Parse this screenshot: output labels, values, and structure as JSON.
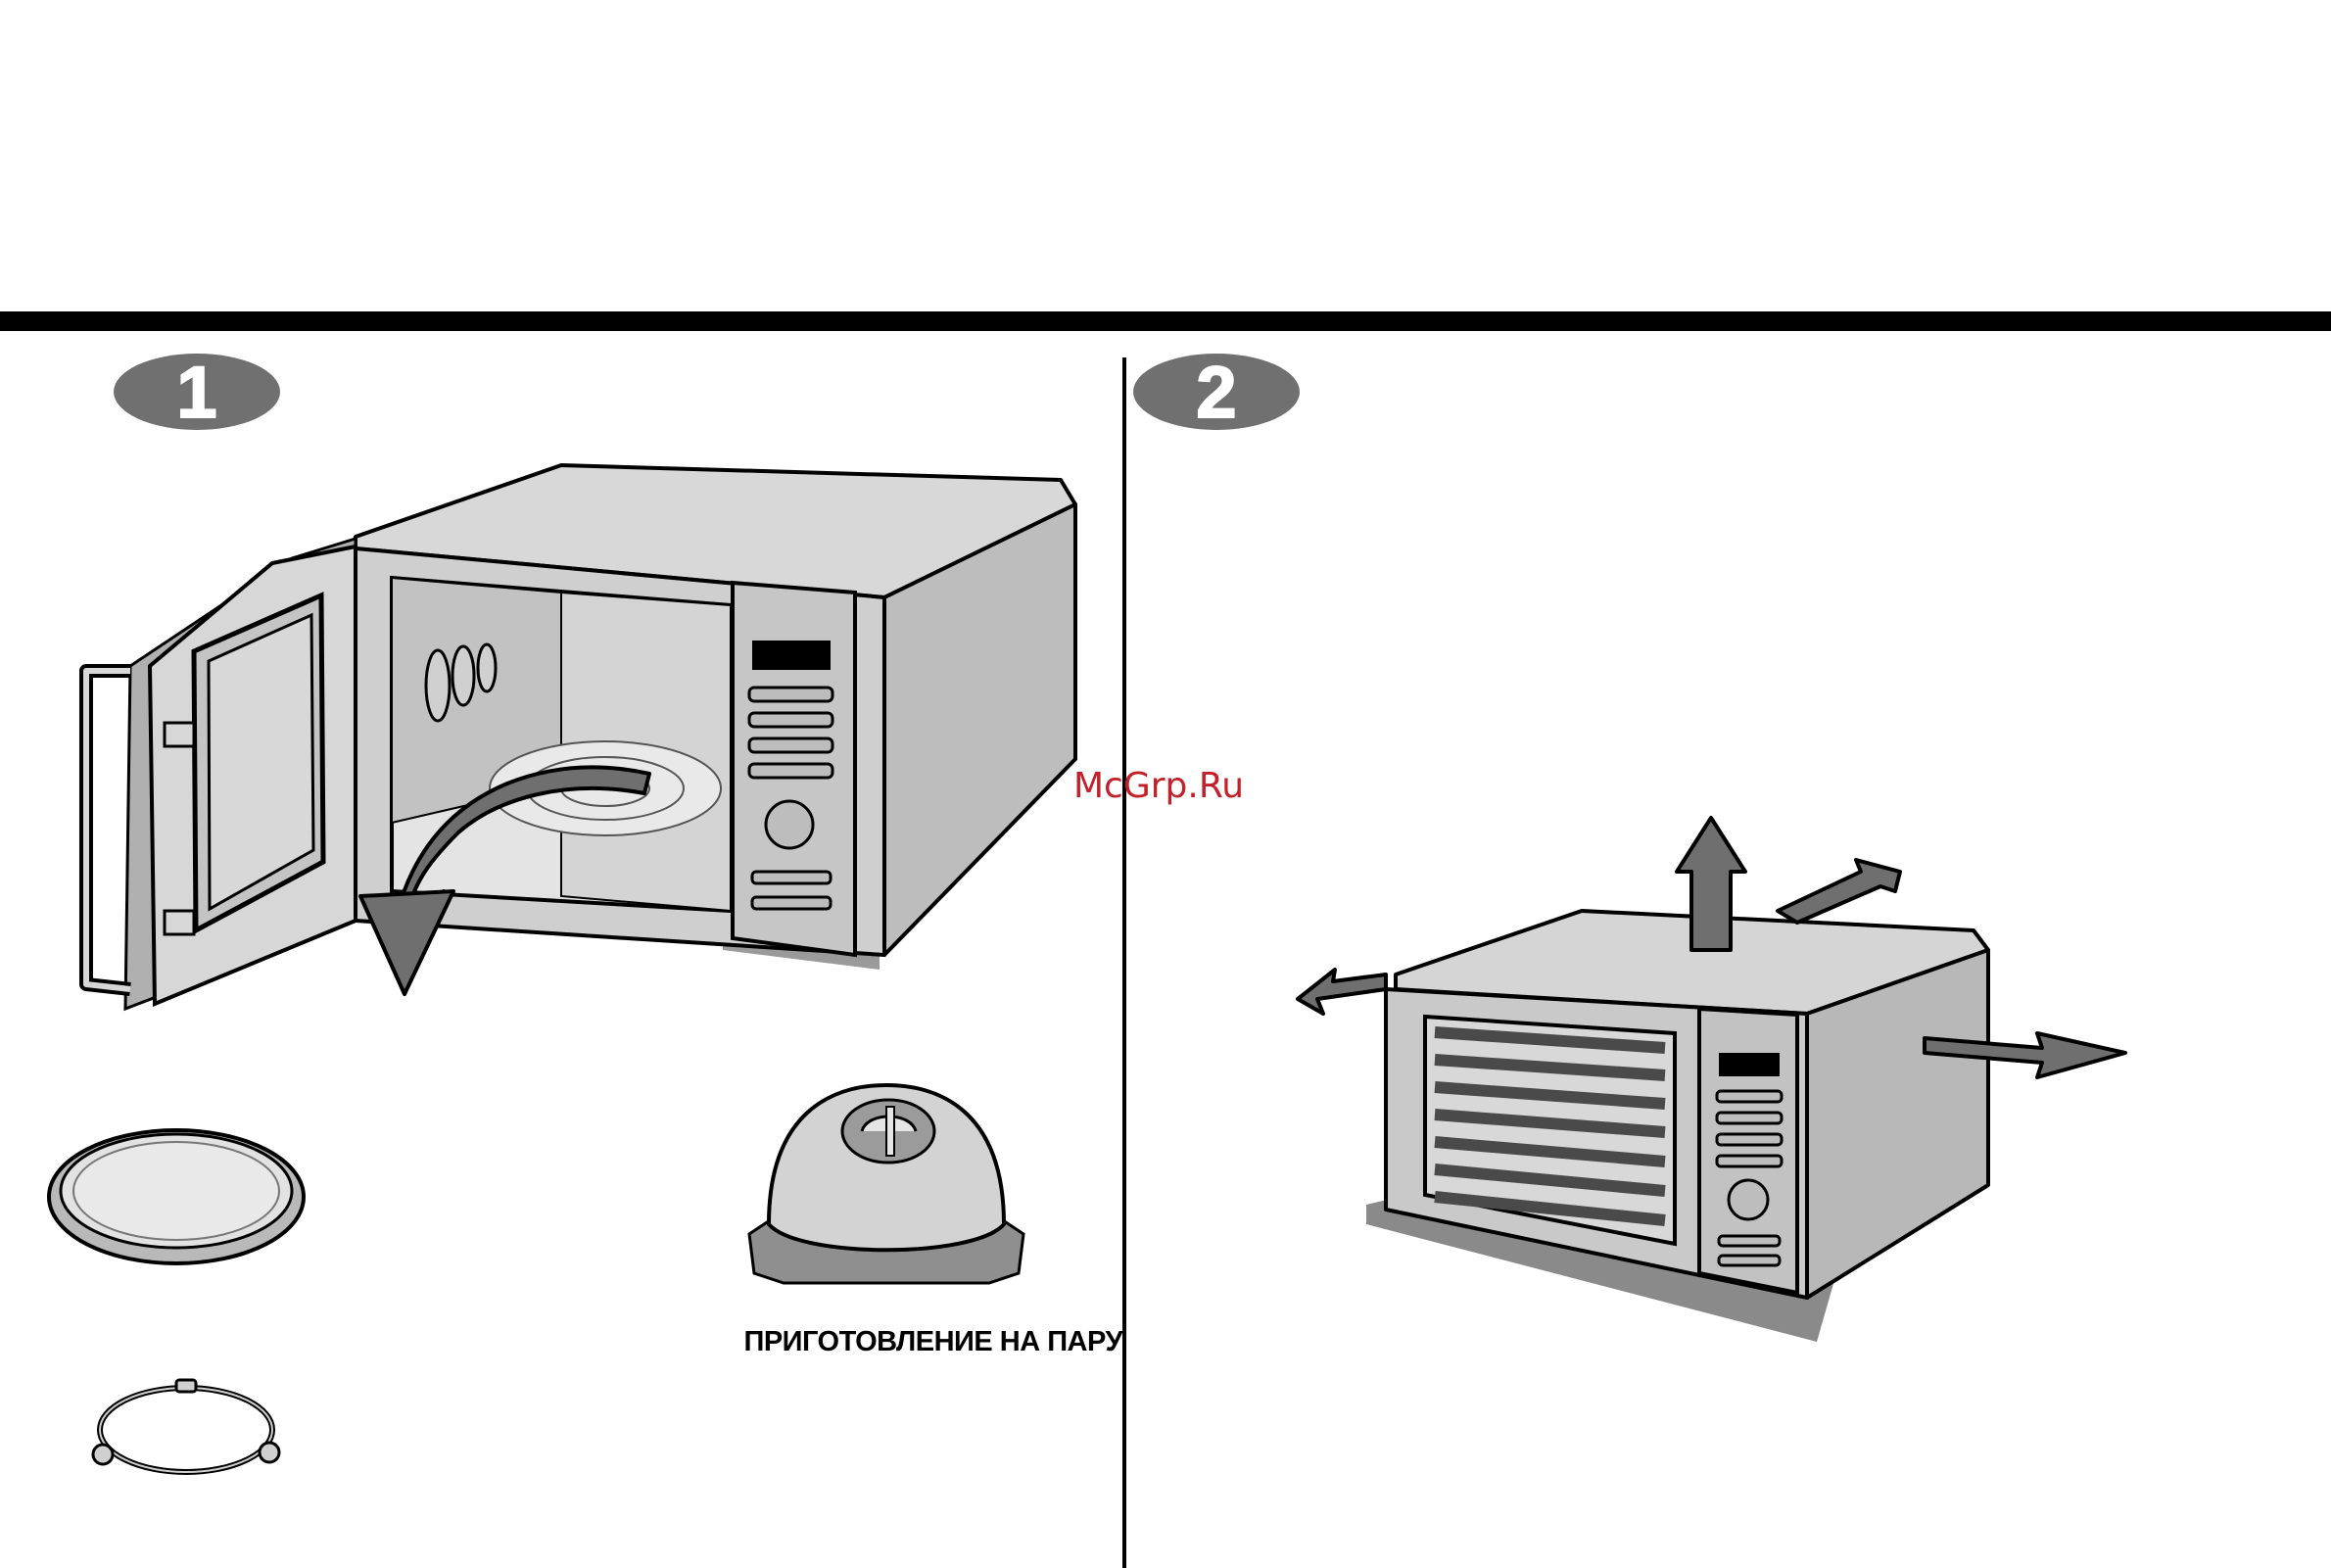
{
  "steps": [
    {
      "number": "1"
    },
    {
      "number": "2"
    }
  ],
  "steam_label": "ПРИГОТОВЛЕНИЕ НА ПАРУ",
  "watermark": "McGrp.Ru",
  "colors": {
    "rule": "#000000",
    "badge": "#707070",
    "appliance_fill": "#c9c9c9",
    "arrow_fill": "#6f6f6f",
    "watermark": "#c3202a"
  },
  "icons": [
    "microwave-open-door",
    "turntable-arrow",
    "glass-tray",
    "roller-ring",
    "steam-cover",
    "microwave-closed",
    "clearance-arrows"
  ]
}
